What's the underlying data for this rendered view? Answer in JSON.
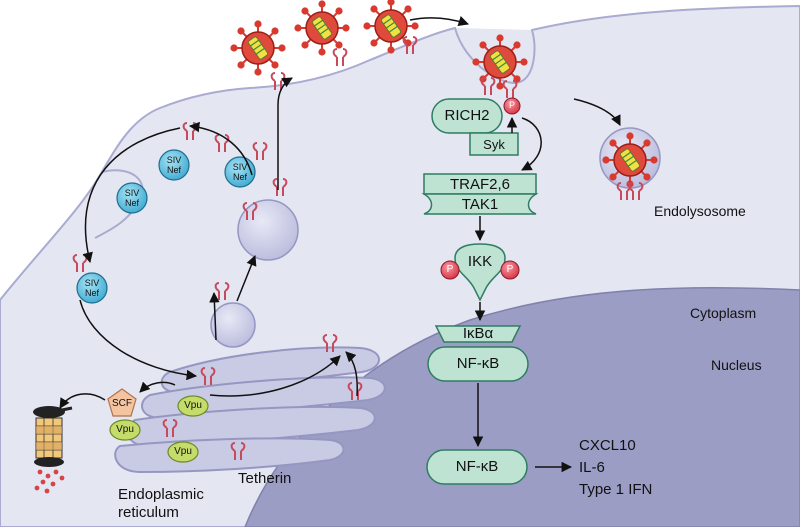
{
  "labels": {
    "rich2": "RICH2",
    "syk": "Syk",
    "p": "P",
    "traf": "TRAF2,6",
    "tak1": "TAK1",
    "ikk": "IKK",
    "ikba": "IκBα",
    "nfkb": "NF-κB",
    "nfkb_nucleus": "NF-κB",
    "endolysosome": "Endolysosome",
    "cytoplasm": "Cytoplasm",
    "nucleus": "Nucleus",
    "outputs": [
      "CXCL10",
      "IL-6",
      "Type 1 IFN"
    ],
    "siv": "SIV",
    "nef": "Nef",
    "scf": "SCF",
    "vpu": "Vpu",
    "tetherin": "Tetherin",
    "er_line1": "Endoplasmic",
    "er_line2": "reticulum"
  },
  "colors": {
    "cytoplasm": "#e4e6f2",
    "nucleus": "#9c9dc4",
    "node_fill": "#bfe3d3",
    "node_stroke": "#2f7d62",
    "virus": "#d83a30",
    "phospho": "#e04b5a",
    "nef_fill": "#6fc7e4",
    "vpu_fill": "#c6dc6a",
    "scf_fill": "#f4c4a0"
  }
}
